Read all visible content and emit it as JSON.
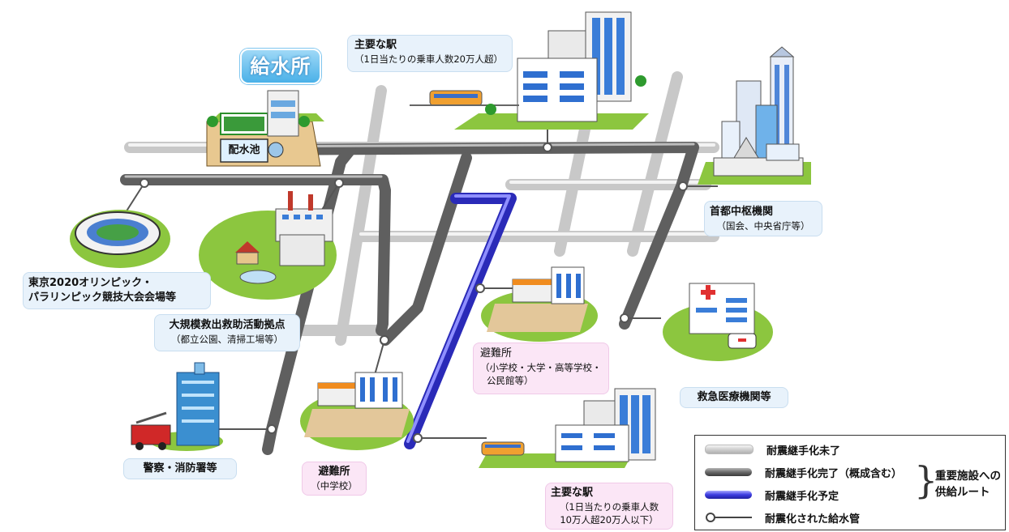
{
  "supply_station": {
    "title": "給水所",
    "reservoir_label": "配水池"
  },
  "labels": {
    "major_station_top": {
      "title": "主要な駅",
      "sub": "（1日当たりの乗車人数20万人超）"
    },
    "capital_functions": {
      "title": "首都中枢機関",
      "sub": "（国会、中央省庁等）"
    },
    "olympic_venue": {
      "line1": "東京2020オリンピック・",
      "line2": "パラリンピック競技大会会場等"
    },
    "rescue_base": {
      "title": "大規模救出救助活動拠点",
      "sub": "（都立公園、清掃工場等）"
    },
    "shelter_univ": {
      "title": "避難所",
      "sub1": "（小学校・大学・高等学校・",
      "sub2": "公民館等）"
    },
    "emergency_medical": {
      "title": "救急医療機関等"
    },
    "police_fire": {
      "title": "警察・消防署等"
    },
    "shelter_jhs": {
      "title": "避難所",
      "sub": "（中学校）"
    },
    "major_station_bottom": {
      "title": "主要な駅",
      "sub1": "（1日当たりの乗車人数",
      "sub2": "10万人超20万人以下）"
    }
  },
  "legend": {
    "items": [
      {
        "label": "耐震継手化未了",
        "color": "#d4d4d4"
      },
      {
        "label": "耐震継手化完了（概成含む）",
        "color": "#6e6e6e"
      },
      {
        "label": "耐震継手化予定",
        "color": "#3a3ae0"
      },
      {
        "label": "耐震化された給水管",
        "color": "#555555"
      }
    ],
    "route_line1": "重要施設への",
    "route_line2": "供給ルート"
  },
  "colors": {
    "pipe_light": "#d9d9d9",
    "pipe_dark": "#6b6b6b",
    "pipe_planned": "#3b3bdc",
    "grass": "#8cc63f",
    "label_blue": "#e8f2fb",
    "label_pink": "#fbe6f6"
  }
}
